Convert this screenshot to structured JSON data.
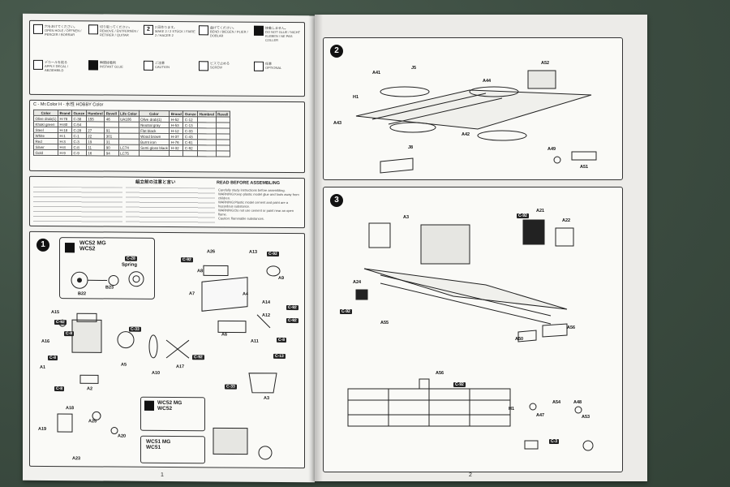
{
  "symbols": {
    "items": [
      {
        "label": "穴をあけてください。",
        "sub": "OPEN HOLE / ÖFFNEN / PERCER / BORRAR"
      },
      {
        "label": "切り取ってください。",
        "sub": "REMOVE / ENTFERNEN / RETIRER / QUITAR"
      },
      {
        "label": "2 回作ります。",
        "sub": "MAKE 2 / 2 STÜCK / FAIRE 2 / HACER 2"
      },
      {
        "label": "曲げてください。",
        "sub": "BEND / BIEGEN / PLIER / DOBLAR"
      },
      {
        "label": "接着しません。",
        "sub": "DO NOT GLUE / NICHT KLEBEN / NE PAS COLLER"
      },
      {
        "label": "デカールを貼る",
        "sub": "APPLY DECAL / ABZIEHBILD"
      },
      {
        "label": "瞬間接着剤",
        "sub": "INSTANT GLUE"
      },
      {
        "label": "ご注意",
        "sub": "CAUTION"
      },
      {
        "label": "ビスで止める",
        "sub": "SCREW"
      },
      {
        "label": "任意",
        "sub": "OPTIONAL"
      }
    ]
  },
  "color_table": {
    "title": "C - Mr.Color   H - 水性 HOBBY Color",
    "headers": [
      "Color",
      "Brand",
      "Gunze",
      "Humbrol",
      "Revell",
      "Life Color",
      "Color",
      "Brand",
      "Gunze",
      "Humbrol",
      "Revell"
    ],
    "rows": [
      [
        "Olive drab(1)",
        "H-78",
        "C-38",
        "155",
        "46",
        "UA106",
        "Olive drab(1)",
        "H-52",
        "C-12",
        "",
        ""
      ],
      [
        "Khaki green",
        "H-80",
        "C-54",
        "",
        "",
        "",
        "Neutral gray",
        "H-53",
        "C-13",
        "",
        ""
      ],
      [
        "Steel",
        "H-18",
        "C-28",
        "27",
        "91",
        "",
        "Flat black",
        "H-12",
        "C-33",
        "",
        ""
      ],
      [
        "White",
        "H-1",
        "C-1",
        "22",
        "301",
        "",
        "Wood brown",
        "H-37",
        "C-43",
        "",
        ""
      ],
      [
        "Red",
        "H-3",
        "C-3",
        "19",
        "31",
        "",
        "Burnt iron",
        "H-76",
        "C-61",
        "",
        ""
      ],
      [
        "Silver",
        "H-8",
        "C-8",
        "11",
        "90",
        "LC74",
        "Semi gloss black",
        "H-32",
        "C-92",
        "",
        ""
      ],
      [
        "Gold",
        "H-9",
        "C-9",
        "16",
        "94",
        "LC75",
        "",
        "",
        "",
        "",
        ""
      ]
    ]
  },
  "notes": {
    "jp_title": "組立前の注意と言い",
    "en_title": "READ BEFORE ASSEMBLING",
    "en_lines": [
      "Carefully study instructions before assembling.",
      "WARNING:Keep plastic model glue and tools away from children.",
      "WARNING:Plastic model cement and paint are a hazardous substance.",
      "WARNING:Do not use cement or paint near an open flame.",
      "Caution: flammable substances."
    ]
  },
  "step1": {
    "number": "1",
    "variant_a": "WC52 MG",
    "variant_b": "WC52",
    "spring_code": "C-28",
    "spring_label": "Spring",
    "parts": [
      "B22",
      "B23",
      "A26",
      "A13",
      "A8",
      "A9",
      "A7",
      "A4",
      "A14",
      "A12",
      "A6",
      "A11",
      "A15",
      "A16",
      "A5",
      "A10",
      "A17",
      "A1",
      "A2",
      "A3",
      "A18",
      "A19",
      "A20",
      "A25",
      "A23"
    ],
    "codes": [
      "C-92",
      "C-92",
      "C-92",
      "C-8",
      "C-8",
      "C-92",
      "C-33",
      "C-92",
      "C-8",
      "C-13",
      "C-92",
      "C-8",
      "C-33"
    ],
    "box2_a": "WC52 MG",
    "box2_b": "WC52",
    "box3_a": "WC51 MG",
    "box3_b": "WC51"
  },
  "step2": {
    "number": "2",
    "parts": [
      "A41",
      "J5",
      "A52",
      "H1",
      "A44",
      "A43",
      "A42",
      "J8",
      "A49",
      "A51"
    ]
  },
  "step3": {
    "number": "3",
    "parts": [
      "A3",
      "A21",
      "A22",
      "A24",
      "A55",
      "A56",
      "A50",
      "A54",
      "A47",
      "A48",
      "A53",
      "H1",
      "A56"
    ],
    "codes": [
      "C-92",
      "C-92",
      "C-92",
      "C-3"
    ]
  },
  "page_numbers": {
    "left": "1",
    "right": "2"
  }
}
